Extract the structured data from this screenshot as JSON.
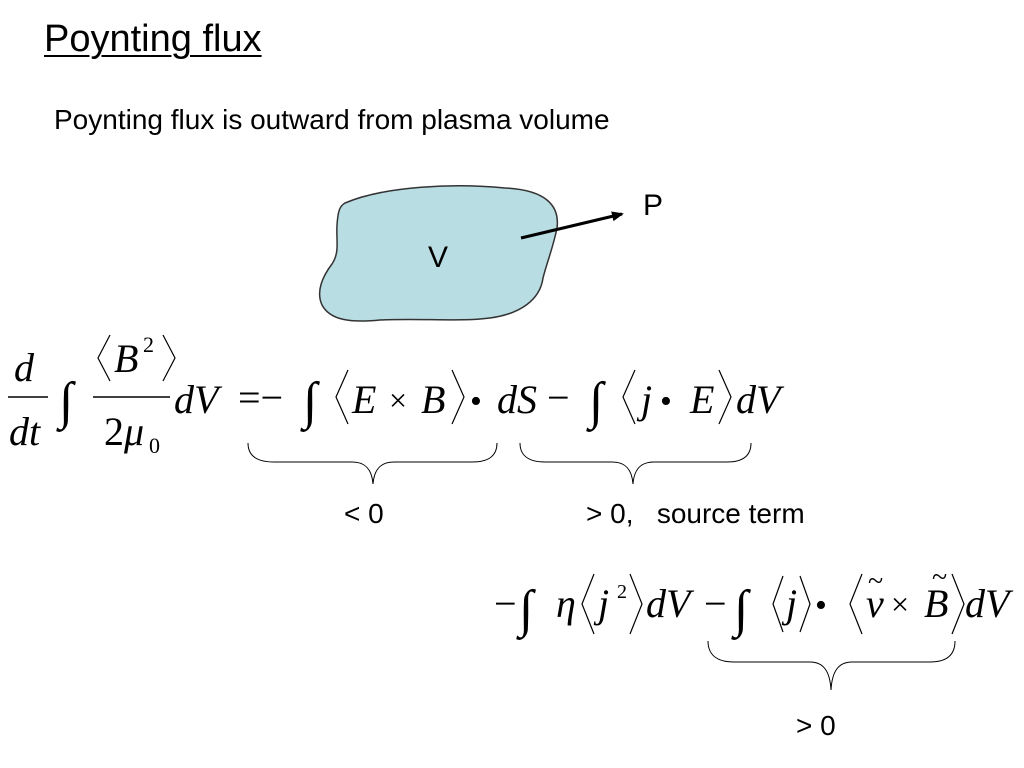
{
  "slide": {
    "title": "Poynting flux",
    "subtitle": "Poynting flux is outward from plasma volume"
  },
  "figure": {
    "volume_label": "V",
    "arrow_label": "P",
    "blob_fill": "#b8dde2",
    "blob_stroke": "#333333"
  },
  "eq1": {
    "d_num": "d",
    "dt_den": "dt",
    "integral": "∫",
    "B": "B",
    "exp2": "2",
    "dV": "dV",
    "two": "2",
    "mu": "μ",
    "sub0": "0",
    "eq_minus": "=−",
    "E": "E",
    "cross": "×",
    "B2": "B",
    "dot": "•",
    "dS": "dS",
    "minus": "−",
    "j": "j",
    "E2": "E",
    "dV2": "dV",
    "lt0": "< 0",
    "source": "> 0,   source term"
  },
  "eq2": {
    "minus1": "−",
    "eta": "η",
    "j": "j",
    "exp2": "2",
    "dV": "dV",
    "minus2": "−",
    "j2": "j",
    "dot": "•",
    "v": "v",
    "cross": "×",
    "B": "B",
    "tilde": "~",
    "dV2": "dV",
    "gt0": "> 0"
  }
}
